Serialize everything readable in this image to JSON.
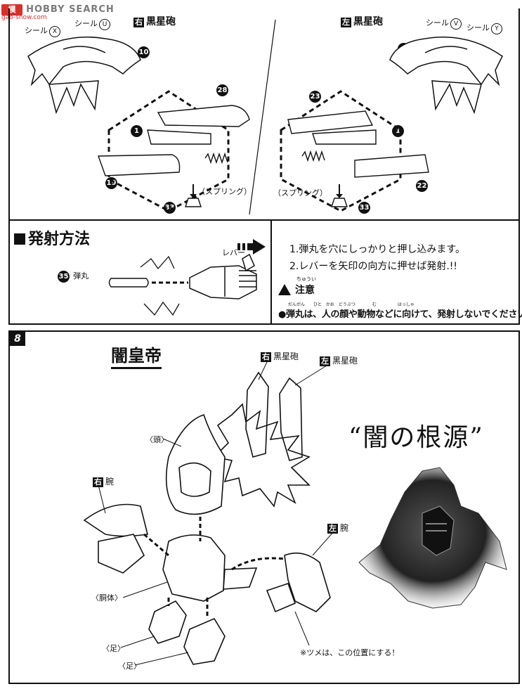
{
  "watermark": {
    "brand": "HOBBY SEARCH",
    "url": "gao-show.com"
  },
  "top_section": {
    "right_cannon": {
      "side": "右",
      "title": "黒星砲"
    },
    "left_cannon": {
      "side": "左",
      "title": "黒星砲"
    },
    "seal_label": "シール",
    "seals_left": [
      "X",
      "U"
    ],
    "seals_right": [
      "V",
      "Y"
    ],
    "parts_left": [
      "10",
      "28",
      "1",
      "19",
      "33"
    ],
    "parts_right": [
      "9",
      "23",
      "1",
      "22",
      "33"
    ],
    "spring_label": "（スプリング）"
  },
  "launch_section": {
    "heading": "発射方法",
    "lever_label": "レバー",
    "bullet_part": "35",
    "bullet_label": "弾丸",
    "instructions": [
      "1.弾丸を穴にしっかりと押し込みます。",
      "2.レバーを矢印の向方に押せば発射.!!"
    ],
    "caution_ruby": "ちゅうい",
    "caution_title": "注意",
    "caution_ruby_line": "だんがん　　ひと　かお　どうぶつ　　　　む　　　　　はっしゃ",
    "caution_text": "●弾丸は、人の顔や動物などに向けて、発射しないでください。"
  },
  "step8": {
    "step_number": "8",
    "title": "闇皇帝",
    "slogan": "“闇の根源”",
    "labels": {
      "right_cannon": {
        "side": "右",
        "text": "黒星砲"
      },
      "left_cannon": {
        "side": "左",
        "text": "黒星砲"
      },
      "head": "〈頭〉",
      "right_arm": {
        "side": "右",
        "text": "腕"
      },
      "left_arm": {
        "side": "左",
        "text": "腕"
      },
      "body": "〈胴体〉",
      "foot1": "〈足〉",
      "foot2": "〈足〉"
    },
    "claw_note": "※ツメは、この位置にする！"
  }
}
